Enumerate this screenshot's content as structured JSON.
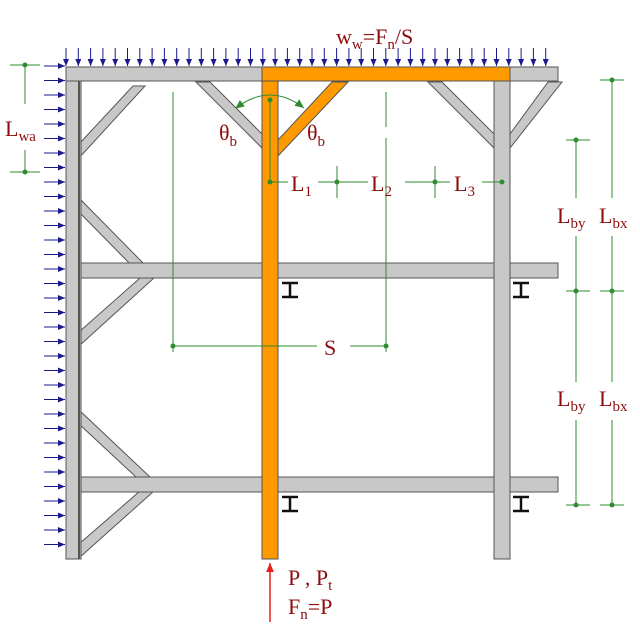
{
  "colors": {
    "frame": "#c8c8c8",
    "frame_edge": "#555555",
    "highlight": "#ff9900",
    "load_arrow": "#1a1a8c",
    "dimension": "#2e8b2e",
    "label": "#8b0d0d",
    "axial_arrow": "#e8201c"
  },
  "labels": {
    "wind_load": {
      "w": "w",
      "w_sub": "w",
      "eq": "=F",
      "f_sub": "n",
      "tail": "/S"
    },
    "wall_height": {
      "main": "L",
      "sub": "wa"
    },
    "theta_left": {
      "main": "θ",
      "sub": "b"
    },
    "theta_right": {
      "main": "θ",
      "sub": "b"
    },
    "l1": {
      "main": "L",
      "sub": "1"
    },
    "l2": {
      "main": "L",
      "sub": "2"
    },
    "l3": {
      "main": "L",
      "sub": "3"
    },
    "spacing": "S",
    "lby_upper": {
      "main": "L",
      "sub": "by"
    },
    "lbx_upper": {
      "main": "L",
      "sub": "bx"
    },
    "lby_lower": {
      "main": "L",
      "sub": "by"
    },
    "lbx_lower": {
      "main": "L",
      "sub": "bx"
    },
    "axial": {
      "p": "P",
      "sep": " , ",
      "pt": "P",
      "pt_sub": "t"
    },
    "fn_eq": {
      "f": "F",
      "f_sub": "n",
      "tail": "=P"
    }
  },
  "icons": [
    "section-i-icon"
  ]
}
